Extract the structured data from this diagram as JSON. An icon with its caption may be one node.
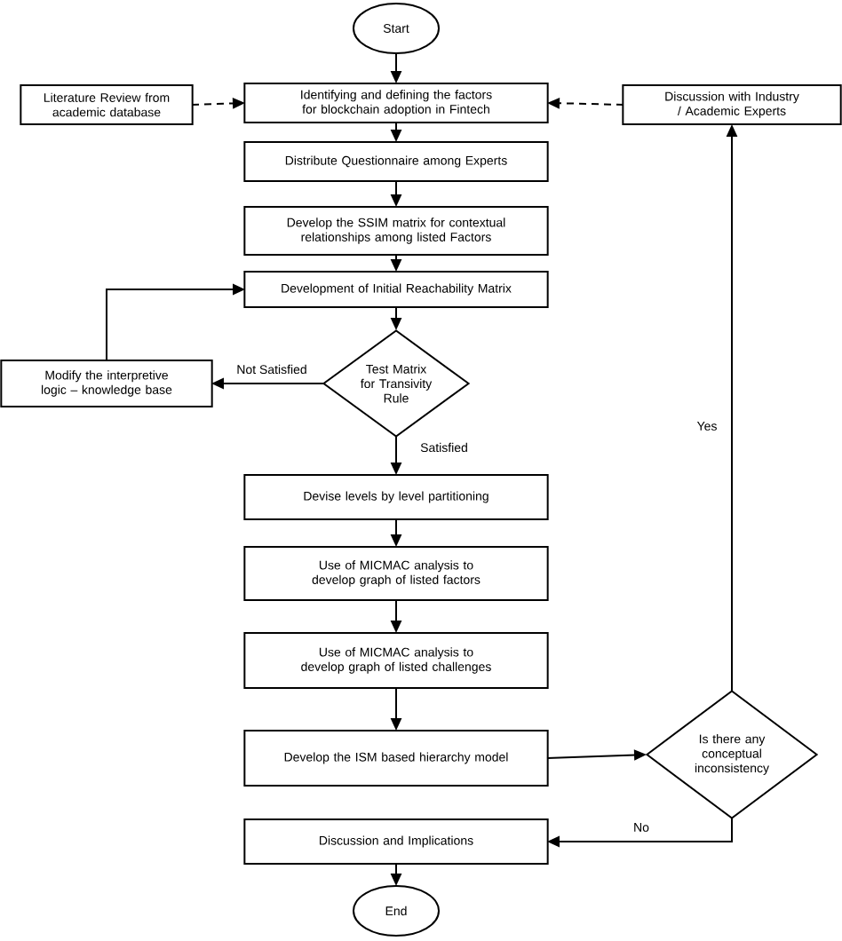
{
  "diagram": {
    "nodes": [
      {
        "text": [
          "Start"
        ]
      },
      {
        "text": [
          "Literature Review from academic database"
        ]
      },
      {
        "text": [
          "Identifying and defining the factors for blockchain adoption in Fintech"
        ]
      },
      {
        "text": [
          "Discussion with Industry / Academic Experts"
        ]
      },
      {
        "text": [
          "Distribute Questionnaire among Experts"
        ]
      },
      {
        "text": [
          "Develop the SSIM matrix for contextual relationships among listed Factors"
        ]
      },
      {
        "text": [
          "Development of Initial Reachability Matrix"
        ]
      },
      {
        "text": [
          "Test Matrix for Transivity Rule"
        ]
      },
      {
        "text": [
          "Modify the interpretive logic – knowledge base"
        ]
      },
      {
        "text": [
          "Devise levels by level partitioning"
        ]
      },
      {
        "text": [
          "Use of MICMAC analysis to develop graph of listed factors"
        ]
      },
      {
        "text": [
          "Use of MICMAC analysis to develop graph of listed challenges"
        ]
      },
      {
        "text": [
          "Develop the ISM based hierarchy model"
        ]
      },
      {
        "text": [
          "Is there any conceptual inconsistency"
        ]
      },
      {
        "text": [
          "Discussion and Implications"
        ]
      },
      {
        "text": [
          "End"
        ]
      }
    ],
    "edges": [
      {
        "from": 0,
        "to": 2,
        "arrow": "to"
      },
      {
        "from": 1,
        "to": 2,
        "arrow": "to",
        "style": "dashed"
      },
      {
        "from": 3,
        "to": 2,
        "arrow": "to",
        "style": "dashed"
      },
      {
        "from": 2,
        "to": 4,
        "arrow": "to"
      },
      {
        "from": 4,
        "to": 5,
        "arrow": "to"
      },
      {
        "from": 5,
        "to": 6,
        "arrow": "to"
      },
      {
        "from": 6,
        "to": 7,
        "arrow": "to"
      },
      {
        "from": 7,
        "to": 8,
        "arrow": "to",
        "label": "Not Satisfied"
      },
      {
        "from": 8,
        "to": 6,
        "arrow": "to"
      },
      {
        "from": 7,
        "to": 9,
        "arrow": "to",
        "label": "Satisfied"
      },
      {
        "from": 9,
        "to": 10,
        "arrow": "to"
      },
      {
        "from": 10,
        "to": 11,
        "arrow": "to"
      },
      {
        "from": 11,
        "to": 12,
        "arrow": "to"
      },
      {
        "from": 12,
        "to": 13,
        "arrow": "to"
      },
      {
        "from": 13,
        "to": 3,
        "arrow": "to",
        "label": "Yes"
      },
      {
        "from": 13,
        "to": 14,
        "arrow": "to",
        "label": "No"
      },
      {
        "from": 14,
        "to": 15,
        "arrow": "to"
      }
    ]
  }
}
